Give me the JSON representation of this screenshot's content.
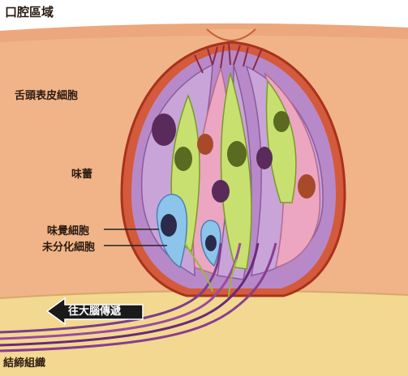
{
  "title": "口腔區域",
  "labels": {
    "epithelium": "舌頭表皮細胞",
    "taste_bud": "味蕾",
    "taste_cell": "味覺細胞",
    "undifferentiated_cell": "未分化細胞",
    "connective_tissue": "結締組織",
    "to_brain": "往大腦傳遞"
  },
  "colors": {
    "epithelium": "#f0b488",
    "connective_tissue": "#f2d890",
    "bud_outline": "#c0402a",
    "cell_purple": "#c8a4d8",
    "cell_pink": "#eca6c2",
    "cell_green": "#c8e070",
    "cell_blue": "#8cc4ec",
    "nerve": "#7a3c8c",
    "arrow": "#1a1a1a"
  }
}
